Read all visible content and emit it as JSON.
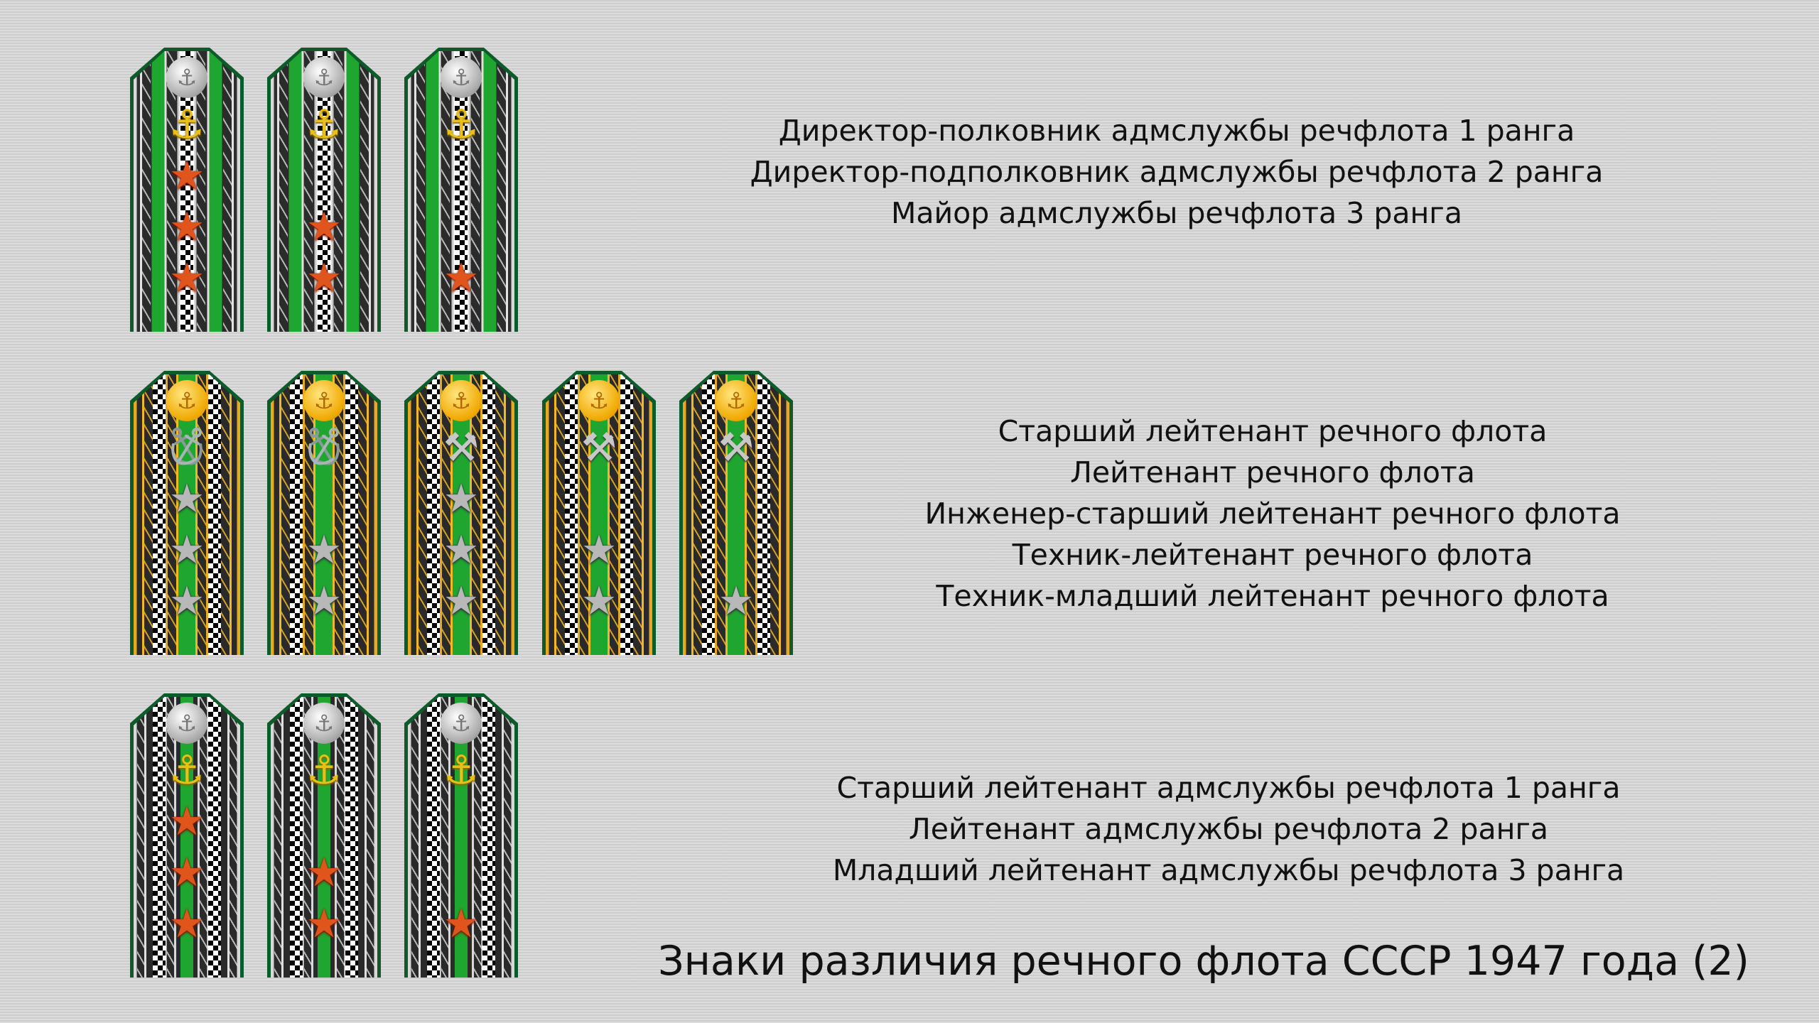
{
  "groups": [
    {
      "style": "silver",
      "boards": [
        {
          "button": "silver",
          "emblem": "gold-anchor",
          "stars": 3,
          "star_color": "red"
        },
        {
          "button": "silver",
          "emblem": "gold-anchor",
          "stars": 2,
          "star_color": "red"
        },
        {
          "button": "silver",
          "emblem": "gold-anchor",
          "stars": 1,
          "star_color": "red"
        }
      ],
      "captions": [
        "Директор-полковник адмслужбы речфлота 1 ранга",
        "Директор-подполковник адмслужбы речфлота 2 ранга",
        "Майор адмслужбы речфлота 3 ранга"
      ]
    },
    {
      "style": "gold",
      "boards": [
        {
          "button": "gold",
          "emblem": "crossed",
          "stars": 3,
          "star_color": "silver"
        },
        {
          "button": "gold",
          "emblem": "crossed",
          "stars": 2,
          "star_color": "silver"
        },
        {
          "button": "gold",
          "emblem": "tools",
          "stars": 3,
          "star_color": "silver"
        },
        {
          "button": "gold",
          "emblem": "tools",
          "stars": 2,
          "star_color": "silver"
        },
        {
          "button": "gold",
          "emblem": "tools",
          "stars": 1,
          "star_color": "silver"
        }
      ],
      "captions": [
        "Старший лейтенант речного флота",
        "Лейтенант речного флота",
        "Инженер-старший лейтенант речного флота",
        "Техник-лейтенант речного флота",
        "Техник-младший лейтенант речного флота"
      ]
    },
    {
      "style": "checks",
      "boards": [
        {
          "button": "silver",
          "emblem": "gold-anchor",
          "stars": 3,
          "star_color": "red"
        },
        {
          "button": "silver",
          "emblem": "gold-anchor",
          "stars": 2,
          "star_color": "red"
        },
        {
          "button": "silver",
          "emblem": "gold-anchor",
          "stars": 1,
          "star_color": "red"
        }
      ],
      "captions": [
        "Старший лейтенант адмслужбы речфлота 1 ранга",
        "Лейтенант адмслужбы речфлота 2 ранга",
        "Младший лейтенант адмслужбы речфлота 3 ранга"
      ]
    }
  ],
  "title": "Знаки различия речного флота СССР 1947 года (2)",
  "icons": {
    "button": "⚓",
    "gold-anchor": "⚓",
    "crossed": "⚓",
    "tools": "⚒",
    "star": "★"
  },
  "colors": {
    "green": "#1fa631",
    "edge": "#0d5a2a",
    "gold": "#e7a91f",
    "red_star": "#e0551c"
  }
}
